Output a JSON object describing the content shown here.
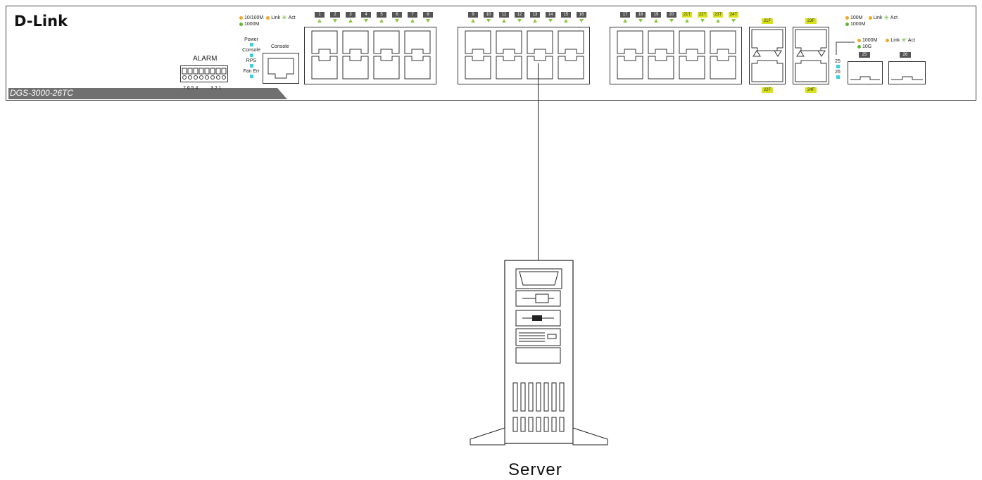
{
  "device": {
    "brand": "D-Link",
    "model": "DGS-3000-26TC"
  },
  "led_legend_left": {
    "speed_a": "10/100M",
    "speed_b": "1000M",
    "link": "Link",
    "act": "Act"
  },
  "system_leds": [
    "Power",
    "Console",
    "RPS",
    "Fan Err"
  ],
  "alarm": {
    "title": "ALARM",
    "pins_left": "7 6 5 4",
    "pins_right": "3 2 1"
  },
  "console_label": "Console",
  "ports_group1": [
    "1",
    "2",
    "3",
    "4",
    "5",
    "6",
    "7",
    "8"
  ],
  "ports_group2": [
    "9",
    "10",
    "11",
    "12",
    "13",
    "14",
    "15",
    "16"
  ],
  "ports_group3": [
    "17",
    "18",
    "19",
    "20",
    "21T",
    "22T",
    "23T",
    "24T"
  ],
  "combo_ports": {
    "top_left": "21F",
    "bottom_left": "22F",
    "top_right": "23F",
    "bottom_right": "24F"
  },
  "led_legend_combo": {
    "speed_a": "100M",
    "speed_b": "1000M",
    "link": "Link",
    "act": "Act"
  },
  "led_legend_sfp": {
    "speed_a": "1000M",
    "speed_b": "10G",
    "link": "Link",
    "act": "Act"
  },
  "sfp_ports": [
    "25",
    "26"
  ],
  "sfp_led_labels": [
    "25",
    "26"
  ],
  "server_label": "Server",
  "colors": {
    "accent_yellow": "#d8e21c",
    "led_orange": "#f5a623",
    "led_green": "#5cb82e",
    "led_cyan": "#39d0e0",
    "tag_grey": "#555555"
  }
}
